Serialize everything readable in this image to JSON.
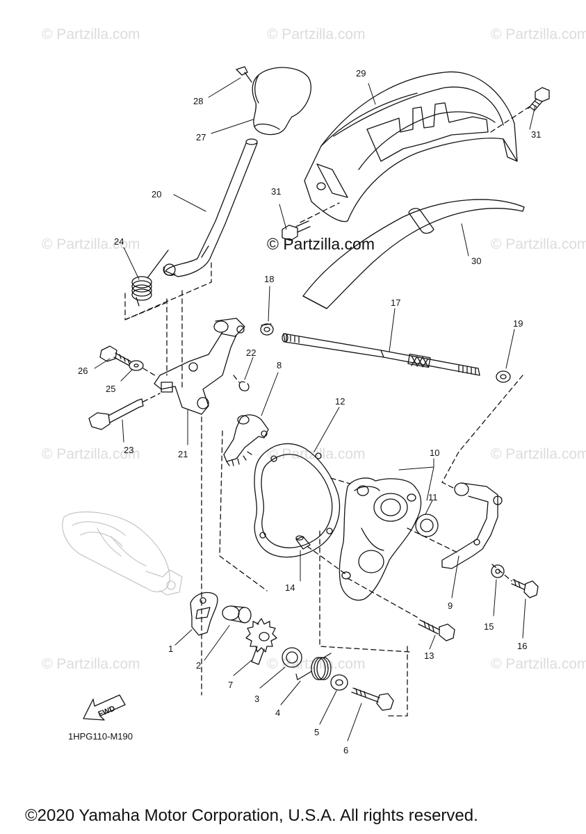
{
  "watermark": "© Partzilla.com",
  "watermark_overlay": "© Partzilla.com",
  "diagram_code": "1HPG110-M190",
  "fwd_label": "FWD",
  "copyright": "©2020 Yamaha Motor Corporation, U.S.A. All rights reserved.",
  "callouts": [
    "1",
    "2",
    "3",
    "4",
    "5",
    "6",
    "7",
    "8",
    "9",
    "10",
    "11",
    "12",
    "13",
    "14",
    "15",
    "16",
    "17",
    "18",
    "19",
    "20",
    "21",
    "22",
    "23",
    "24",
    "25",
    "26",
    "27",
    "28",
    "29",
    "30",
    "31",
    "31"
  ]
}
